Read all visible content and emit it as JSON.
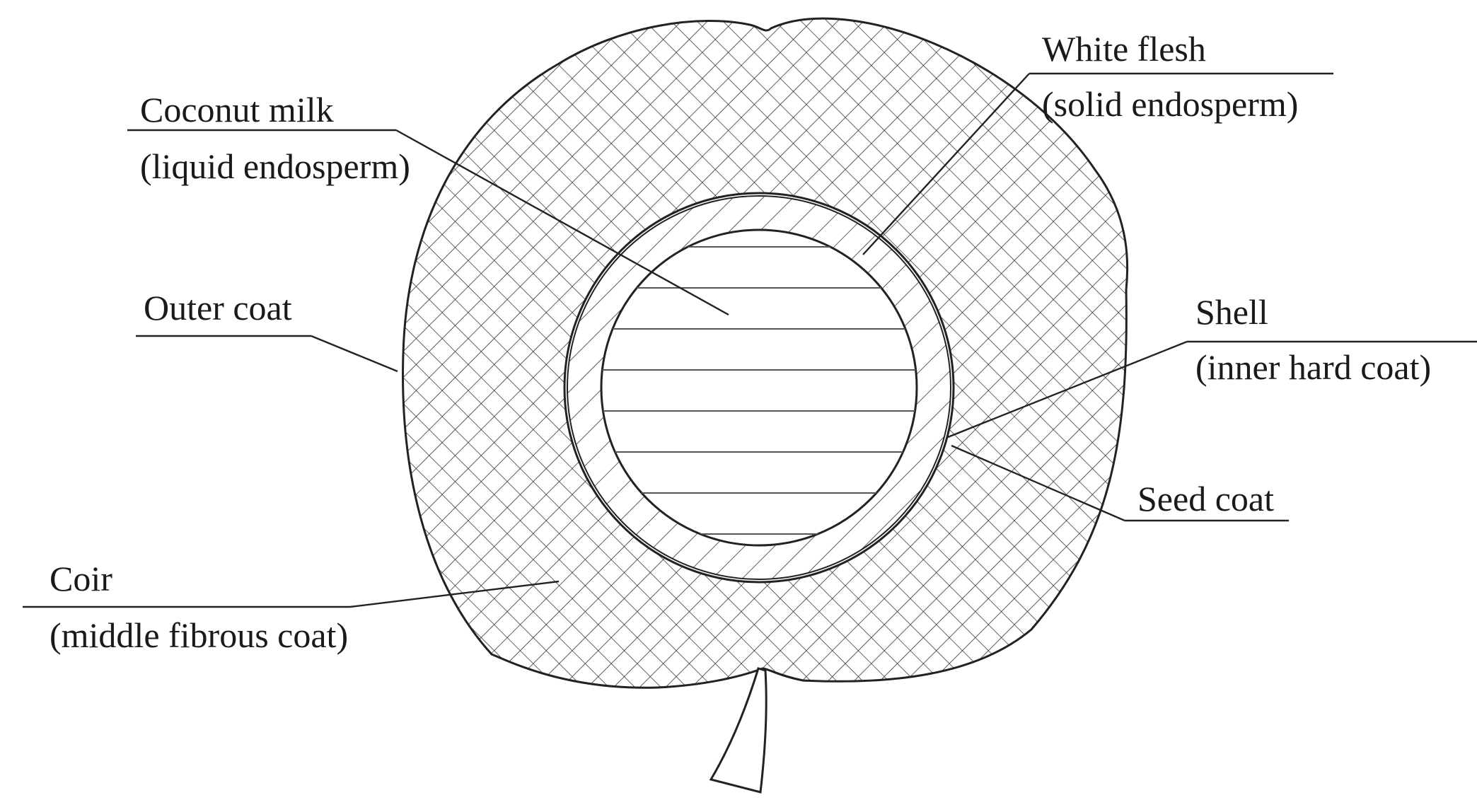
{
  "labels": {
    "coconut_milk": {
      "line1": "Coconut milk",
      "line2": "(liquid endosperm)"
    },
    "white_flesh": {
      "line1": "White flesh",
      "line2": "(solid endosperm)"
    },
    "outer_coat": {
      "line1": "Outer coat"
    },
    "shell": {
      "line1": "Shell",
      "line2": "(inner hard coat)"
    },
    "seed_coat": {
      "line1": "Seed coat"
    },
    "coir": {
      "line1": "Coir",
      "line2": "(middle fibrous coat)"
    }
  },
  "colors": {
    "ink": "#222222",
    "background": "#ffffff"
  }
}
